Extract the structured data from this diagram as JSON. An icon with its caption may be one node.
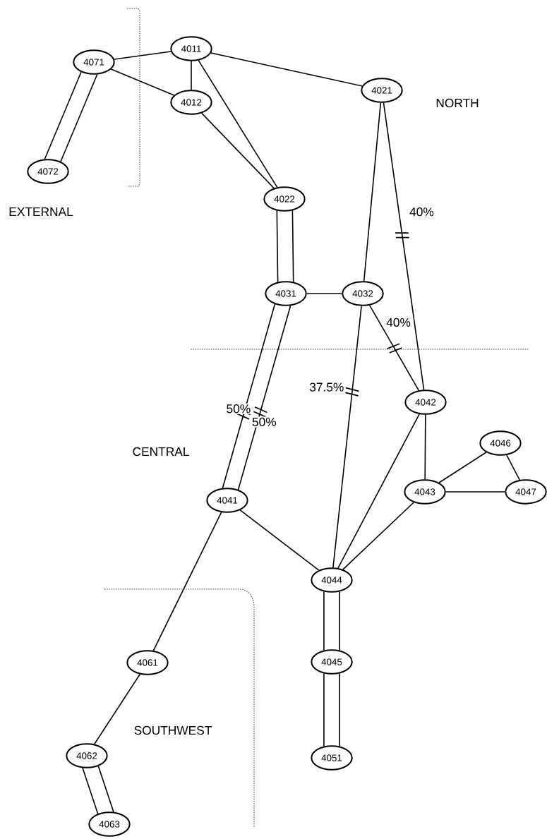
{
  "diagram": {
    "nodes": [
      {
        "text": [
          "4071"
        ]
      },
      {
        "text": [
          "4011"
        ]
      },
      {
        "text": [
          "4012"
        ]
      },
      {
        "text": [
          "4021"
        ]
      },
      {
        "text": [
          "4072"
        ]
      },
      {
        "text": [
          "4022"
        ]
      },
      {
        "text": [
          "4031"
        ]
      },
      {
        "text": [
          "4032"
        ]
      },
      {
        "text": [
          "4042"
        ]
      },
      {
        "text": [
          "4046"
        ]
      },
      {
        "text": [
          "4043"
        ]
      },
      {
        "text": [
          "4047"
        ]
      },
      {
        "text": [
          "4041"
        ]
      },
      {
        "text": [
          "4044"
        ]
      },
      {
        "text": [
          "4045"
        ]
      },
      {
        "text": [
          "4061"
        ]
      },
      {
        "text": [
          "4062"
        ]
      },
      {
        "text": [
          "4051"
        ]
      },
      {
        "text": [
          "4063"
        ]
      }
    ],
    "edges": [
      {
        "from": 0,
        "to": 1,
        "arrow": "none"
      },
      {
        "from": 0,
        "to": 2,
        "arrow": "none"
      },
      {
        "from": 0,
        "to": 4,
        "arrow": "none"
      },
      {
        "from": 0,
        "to": 4,
        "arrow": "none"
      },
      {
        "from": 1,
        "to": 2,
        "arrow": "none"
      },
      {
        "from": 1,
        "to": 3,
        "arrow": "none"
      },
      {
        "from": 1,
        "to": 5,
        "arrow": "none"
      },
      {
        "from": 2,
        "to": 5,
        "arrow": "none"
      },
      {
        "from": 5,
        "to": 6,
        "arrow": "none"
      },
      {
        "from": 5,
        "to": 6,
        "arrow": "none"
      },
      {
        "from": 6,
        "to": 7,
        "arrow": "none"
      },
      {
        "from": 3,
        "to": 7,
        "arrow": "none"
      },
      {
        "from": 3,
        "to": 8,
        "arrow": "none",
        "label": "40%"
      },
      {
        "from": 7,
        "to": 8,
        "arrow": "none",
        "label": "40%"
      },
      {
        "from": 7,
        "to": 13,
        "arrow": "none",
        "label": "37.5%"
      },
      {
        "from": 6,
        "to": 12,
        "arrow": "none",
        "label": "50%"
      },
      {
        "from": 6,
        "to": 12,
        "arrow": "none",
        "label": "50%"
      },
      {
        "from": 8,
        "to": 13,
        "arrow": "none"
      },
      {
        "from": 8,
        "to": 10,
        "arrow": "none"
      },
      {
        "from": 10,
        "to": 9,
        "arrow": "none"
      },
      {
        "from": 9,
        "to": 11,
        "arrow": "none"
      },
      {
        "from": 10,
        "to": 11,
        "arrow": "none"
      },
      {
        "from": 10,
        "to": 13,
        "arrow": "none"
      },
      {
        "from": 12,
        "to": 13,
        "arrow": "none"
      },
      {
        "from": 12,
        "to": 15,
        "arrow": "none"
      },
      {
        "from": 13,
        "to": 14,
        "arrow": "none"
      },
      {
        "from": 13,
        "to": 14,
        "arrow": "none"
      },
      {
        "from": 14,
        "to": 17,
        "arrow": "none"
      },
      {
        "from": 14,
        "to": 17,
        "arrow": "none"
      },
      {
        "from": 15,
        "to": 16,
        "arrow": "none"
      },
      {
        "from": 16,
        "to": 18,
        "arrow": "none"
      },
      {
        "from": 16,
        "to": 18,
        "arrow": "none"
      }
    ],
    "labels": [
      "NORTH",
      "EXTERNAL",
      "CENTRAL",
      "SOUTHWEST"
    ]
  }
}
